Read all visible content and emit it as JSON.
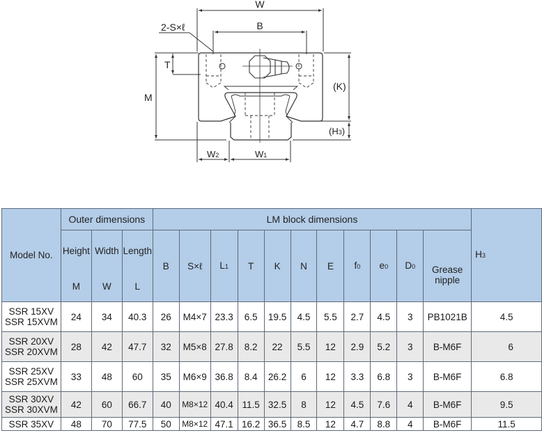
{
  "diagram": {
    "labels": {
      "W": "W",
      "B": "B",
      "SxL": "2-S×ℓ",
      "T": "T",
      "M": "M",
      "K": "(K)",
      "H3": "(H",
      "H3_sub": "3",
      "H3_close": ")",
      "W2": "W",
      "W2_sub": "2",
      "W1": "W",
      "W1_sub": "1"
    }
  },
  "table": {
    "group_headers": {
      "model": "Model No.",
      "outer": "Outer dimensions",
      "lm_block": "LM block dimensions"
    },
    "sub_headers": {
      "height": "Height",
      "width": "Width",
      "length": "Length",
      "M": "M",
      "W": "W",
      "L": "L",
      "B": "B",
      "SxL": "S×ℓ",
      "L1": "L",
      "L1_sub": "1",
      "T": "T",
      "K": "K",
      "N": "N",
      "E": "E",
      "f0": "f",
      "f0_sub": "0",
      "e0": "e",
      "e0_sub": "0",
      "D0": "D",
      "D0_sub": "0",
      "grease_1": "Grease",
      "grease_2": "nipple",
      "H3": "H",
      "H3_sub": "3"
    },
    "rows": [
      {
        "model1": "SSR 15XV",
        "model2": "SSR 15XVM",
        "M": "24",
        "W": "34",
        "L": "40.3",
        "B": "26",
        "SxL": "M4×7",
        "L1": "23.3",
        "T": "6.5",
        "K": "19.5",
        "N": "4.5",
        "E": "5.5",
        "f0": "2.7",
        "e0": "4.5",
        "D0": "3",
        "grease": "PB1021B",
        "H3": "4.5"
      },
      {
        "model1": "SSR 20XV",
        "model2": "SSR 20XVM",
        "M": "28",
        "W": "42",
        "L": "47.7",
        "B": "32",
        "SxL": "M5×8",
        "L1": "27.8",
        "T": "8.2",
        "K": "22",
        "N": "5.5",
        "E": "12",
        "f0": "2.9",
        "e0": "5.2",
        "D0": "3",
        "grease": "B-M6F",
        "H3": "6"
      },
      {
        "model1": "SSR 25XV",
        "model2": "SSR 25XVM",
        "M": "33",
        "W": "48",
        "L": "60",
        "B": "35",
        "SxL": "M6×9",
        "L1": "36.8",
        "T": "8.4",
        "K": "26.2",
        "N": "6",
        "E": "12",
        "f0": "3.3",
        "e0": "6.8",
        "D0": "3",
        "grease": "B-M6F",
        "H3": "6.8"
      },
      {
        "model1": "SSR 30XV",
        "model2": "SSR 30XVM",
        "M": "42",
        "W": "60",
        "L": "66.7",
        "B": "40",
        "SxL": "M8×12",
        "L1": "40.4",
        "T": "11.5",
        "K": "32.5",
        "N": "8",
        "E": "12",
        "f0": "4.5",
        "e0": "7.6",
        "D0": "4",
        "grease": "B-M6F",
        "H3": "9.5"
      },
      {
        "model1": "SSR 35XV",
        "model2": "",
        "M": "48",
        "W": "70",
        "L": "77.5",
        "B": "50",
        "SxL": "M8×12",
        "L1": "47.1",
        "T": "16.2",
        "K": "36.5",
        "N": "8.5",
        "E": "12",
        "f0": "4.7",
        "e0": "8.8",
        "D0": "4",
        "grease": "B-M6F",
        "H3": "11.5"
      }
    ]
  },
  "colors": {
    "header_bg": "#b4cde8",
    "alt_row_bg": "#e9e9e9",
    "border": "#5f6a78"
  }
}
